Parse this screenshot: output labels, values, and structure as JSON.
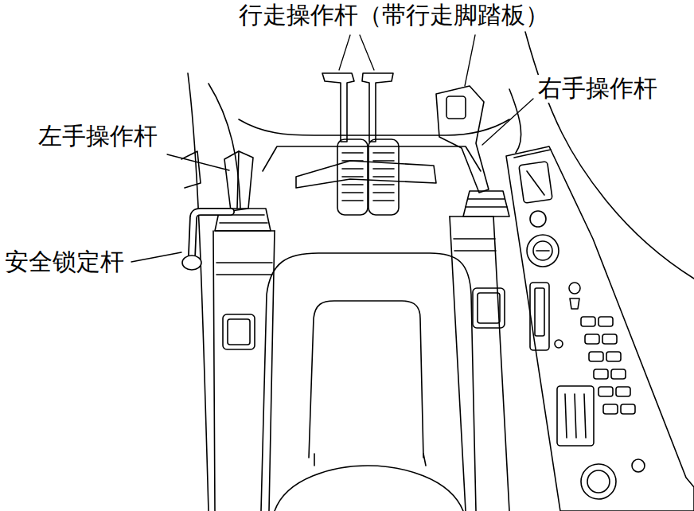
{
  "diagram": {
    "labels": [
      "行走操作杆（带行走脚踏板）",
      "右手操作杆",
      "左手操作杆",
      "安全锁定杆"
    ]
  }
}
